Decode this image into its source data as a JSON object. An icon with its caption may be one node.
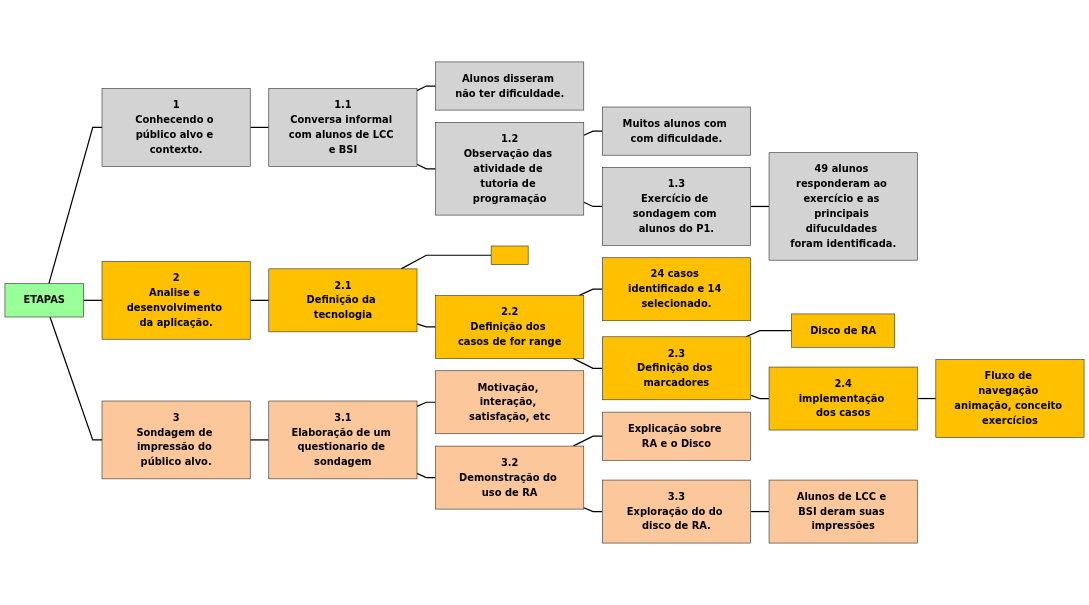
{
  "diagram": {
    "nodes": [
      {
        "text": [
          "ETAPAS"
        ]
      },
      {
        "text": [
          "1",
          "Conhecendo o público alvo e contexto."
        ]
      },
      {
        "text": [
          "1.1",
          "Conversa informal com alunos de LCC e BSI"
        ]
      },
      {
        "text": [
          "Alunos disseram não ter dificuldade."
        ]
      },
      {
        "text": [
          "1.2",
          "Observação das atividade de tutoria de programação"
        ]
      },
      {
        "text": [
          "Muitos alunos com com dificuldade."
        ]
      },
      {
        "text": [
          "1.3",
          "Exercício de sondagem com alunos do P1."
        ]
      },
      {
        "text": [
          "49 alunos responderam ao exercício e as principais difuculdades foram identificada."
        ]
      },
      {
        "text": [
          "2",
          "Analise e desenvolvimento da aplicação."
        ]
      },
      {
        "text": [
          "2.1",
          "Definição da tecnologia"
        ]
      },
      {
        "text": [],
        "shape": "box"
      },
      {
        "text": [
          "2.2",
          "Definição dos casos de for range"
        ]
      },
      {
        "text": [
          "24 casos identificado e 14 selecionado."
        ]
      },
      {
        "text": [
          "2.3",
          "Definição dos marcadores"
        ]
      },
      {
        "text": [
          "Disco de RA"
        ]
      },
      {
        "text": [
          "2.4",
          "implementação dos casos"
        ]
      },
      {
        "text": [
          "Fluxo de navegação animação, conceito exercícios"
        ]
      },
      {
        "text": [
          "3",
          "Sondagem de impressão do público alvo."
        ]
      },
      {
        "text": [
          "3.1",
          "Elaboração de um questionario de sondagem"
        ]
      },
      {
        "text": [
          "Motivação, interação, satisfação, etc"
        ]
      },
      {
        "text": [
          "3.2",
          "Demonstração do uso de RA"
        ]
      },
      {
        "text": [
          "Explicação sobre RA e o Disco"
        ]
      },
      {
        "text": [
          "3.3",
          "Exploração do do disco de RA."
        ]
      },
      {
        "text": [
          "Alunos de LCC e BSI deram suas impressões"
        ]
      }
    ],
    "edges": [
      {
        "from": 0,
        "to": 1,
        "arrow": "none"
      },
      {
        "from": 0,
        "to": 8,
        "arrow": "none"
      },
      {
        "from": 0,
        "to": 17,
        "arrow": "none"
      },
      {
        "from": 1,
        "to": 2,
        "arrow": "none"
      },
      {
        "from": 2,
        "to": 4,
        "arrow": "none"
      },
      {
        "from": 4,
        "to": 6,
        "arrow": "none"
      },
      {
        "from": 2,
        "to": 3,
        "arrow": "none"
      },
      {
        "from": 4,
        "to": 5,
        "arrow": "none"
      },
      {
        "from": 6,
        "to": 7,
        "arrow": "none"
      },
      {
        "from": 8,
        "to": 9,
        "arrow": "none"
      },
      {
        "from": 9,
        "to": 11,
        "arrow": "none"
      },
      {
        "from": 11,
        "to": 13,
        "arrow": "none"
      },
      {
        "from": 13,
        "to": 15,
        "arrow": "none"
      },
      {
        "from": 9,
        "to": 10,
        "arrow": "none"
      },
      {
        "from": 11,
        "to": 12,
        "arrow": "none"
      },
      {
        "from": 13,
        "to": 14,
        "arrow": "none"
      },
      {
        "from": 15,
        "to": 16,
        "arrow": "none"
      },
      {
        "from": 17,
        "to": 18,
        "arrow": "none"
      },
      {
        "from": 18,
        "to": 20,
        "arrow": "none"
      },
      {
        "from": 20,
        "to": 22,
        "arrow": "none"
      },
      {
        "from": 18,
        "to": 19,
        "arrow": "none"
      },
      {
        "from": 20,
        "to": 21,
        "arrow": "none"
      },
      {
        "from": 22,
        "to": 23,
        "arrow": "none"
      }
    ]
  }
}
